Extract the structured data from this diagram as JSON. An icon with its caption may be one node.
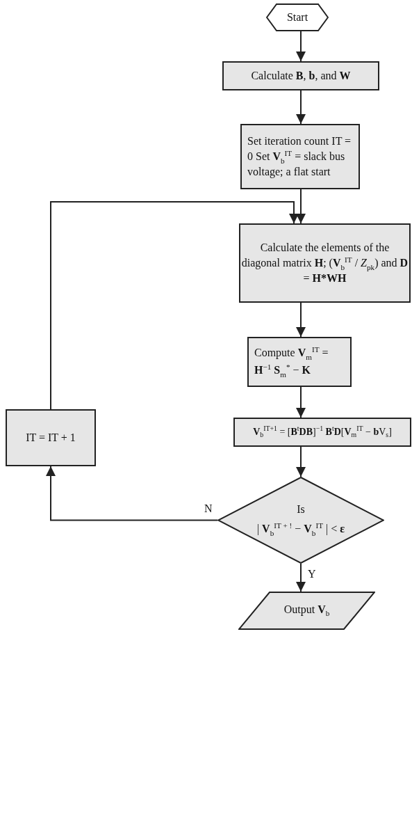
{
  "diagram": {
    "nodes": [
      {
        "text": [
          "Start"
        ]
      },
      {
        "text": [
          "Calculate **B**, **b**, and **W**"
        ]
      },
      {
        "text": [
          "Set iteration count IT = 0 Set **V**$_{b}$$^{IT}$ = slack bus voltage; a flat start"
        ]
      },
      {
        "text": [
          "Calculate the elements of the diagonal matrix **H**; (**V**$_{b}$$^{IT}$ / *Z*$_{pk}$) and **D** = **H*WH**"
        ]
      },
      {
        "text": [
          "Compute **V**$_{m}$$^{IT}$ = **H**$^{−1}$ **S**$_{m}$$^{*}$ − **K**"
        ]
      },
      {
        "text": [
          "**V**$_{b}$$^{IT+1}$ = [**B**$^{t}$**DB**]$^{−1}$ **B**$^{t}$**D**[**V**$_{m}$$^{IT}$ − **b**V$_{s}$]"
        ]
      },
      {
        "text": [
          "IT = IT + 1"
        ]
      },
      {
        "text": [
          "Is",
          "| **V**$_{b}$$^{IT + !}$ − **V**$_{b}$$^{IT}$ | < **ε**"
        ]
      },
      {
        "text": [
          "Output **V**$_{b}$"
        ]
      }
    ],
    "edges": [
      {
        "from": 0,
        "to": 1,
        "arrow": "to"
      },
      {
        "from": 1,
        "to": 2,
        "arrow": "to"
      },
      {
        "from": 2,
        "to": 3,
        "arrow": "to"
      },
      {
        "from": 3,
        "to": 4,
        "arrow": "to"
      },
      {
        "from": 4,
        "to": 5,
        "arrow": "to"
      },
      {
        "from": 5,
        "to": 7,
        "arrow": "to"
      },
      {
        "from": 7,
        "to": 6,
        "arrow": "to",
        "label": "N"
      },
      {
        "from": 6,
        "to": 3,
        "arrow": "to"
      },
      {
        "from": 7,
        "to": 8,
        "arrow": "to",
        "label": "Y"
      }
    ]
  }
}
